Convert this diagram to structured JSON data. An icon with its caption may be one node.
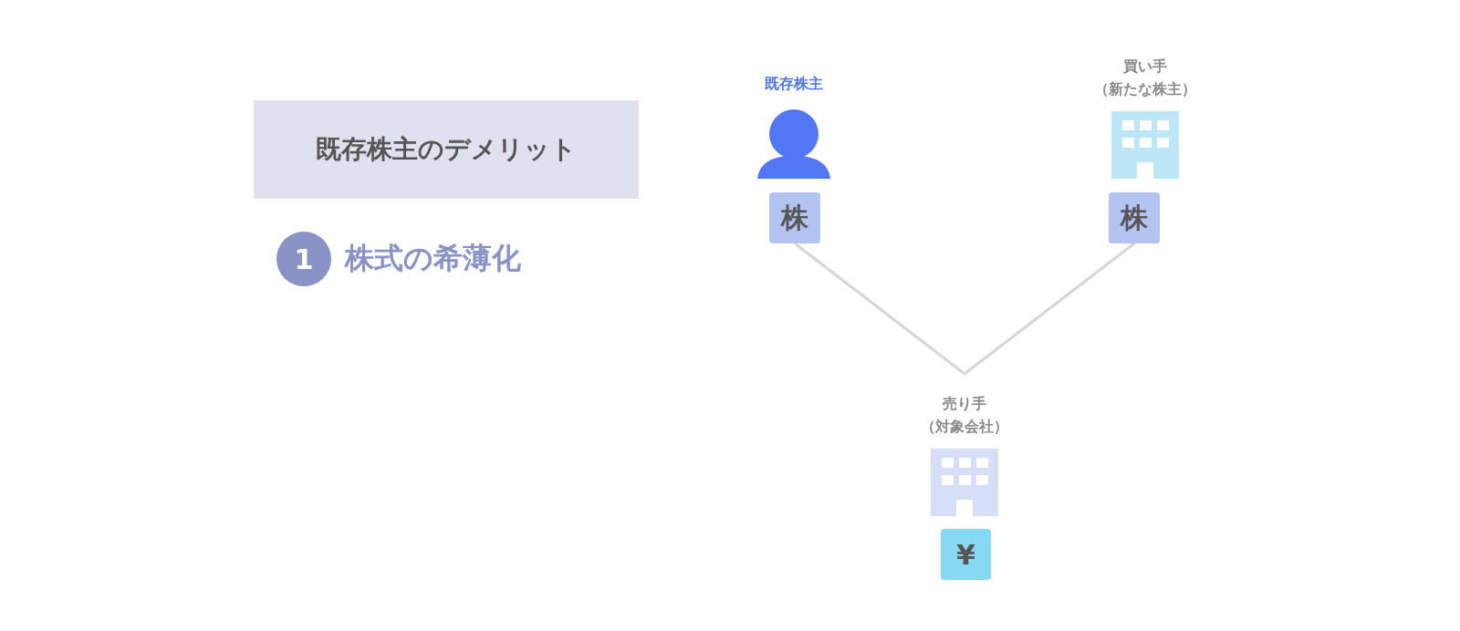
{
  "diagram": {
    "nodes": [
      {
        "text": [
          "既存株主のデメリット"
        ]
      },
      {
        "text": [
          "1"
        ],
        "beside": [
          "株式の希薄化"
        ]
      },
      {
        "text": [
          "既存株主"
        ]
      },
      {
        "text": [
          "株"
        ]
      },
      {
        "text": [
          "買い手",
          "（新たな株主）"
        ]
      },
      {
        "text": [
          "株"
        ]
      },
      {
        "text": [
          "売り手",
          "（対象会社）"
        ]
      },
      {
        "text": [
          "¥"
        ]
      }
    ],
    "edges": [
      {
        "from": 3,
        "to": 6,
        "arrow": "none"
      },
      {
        "from": 5,
        "to": 6,
        "arrow": "none"
      }
    ]
  }
}
